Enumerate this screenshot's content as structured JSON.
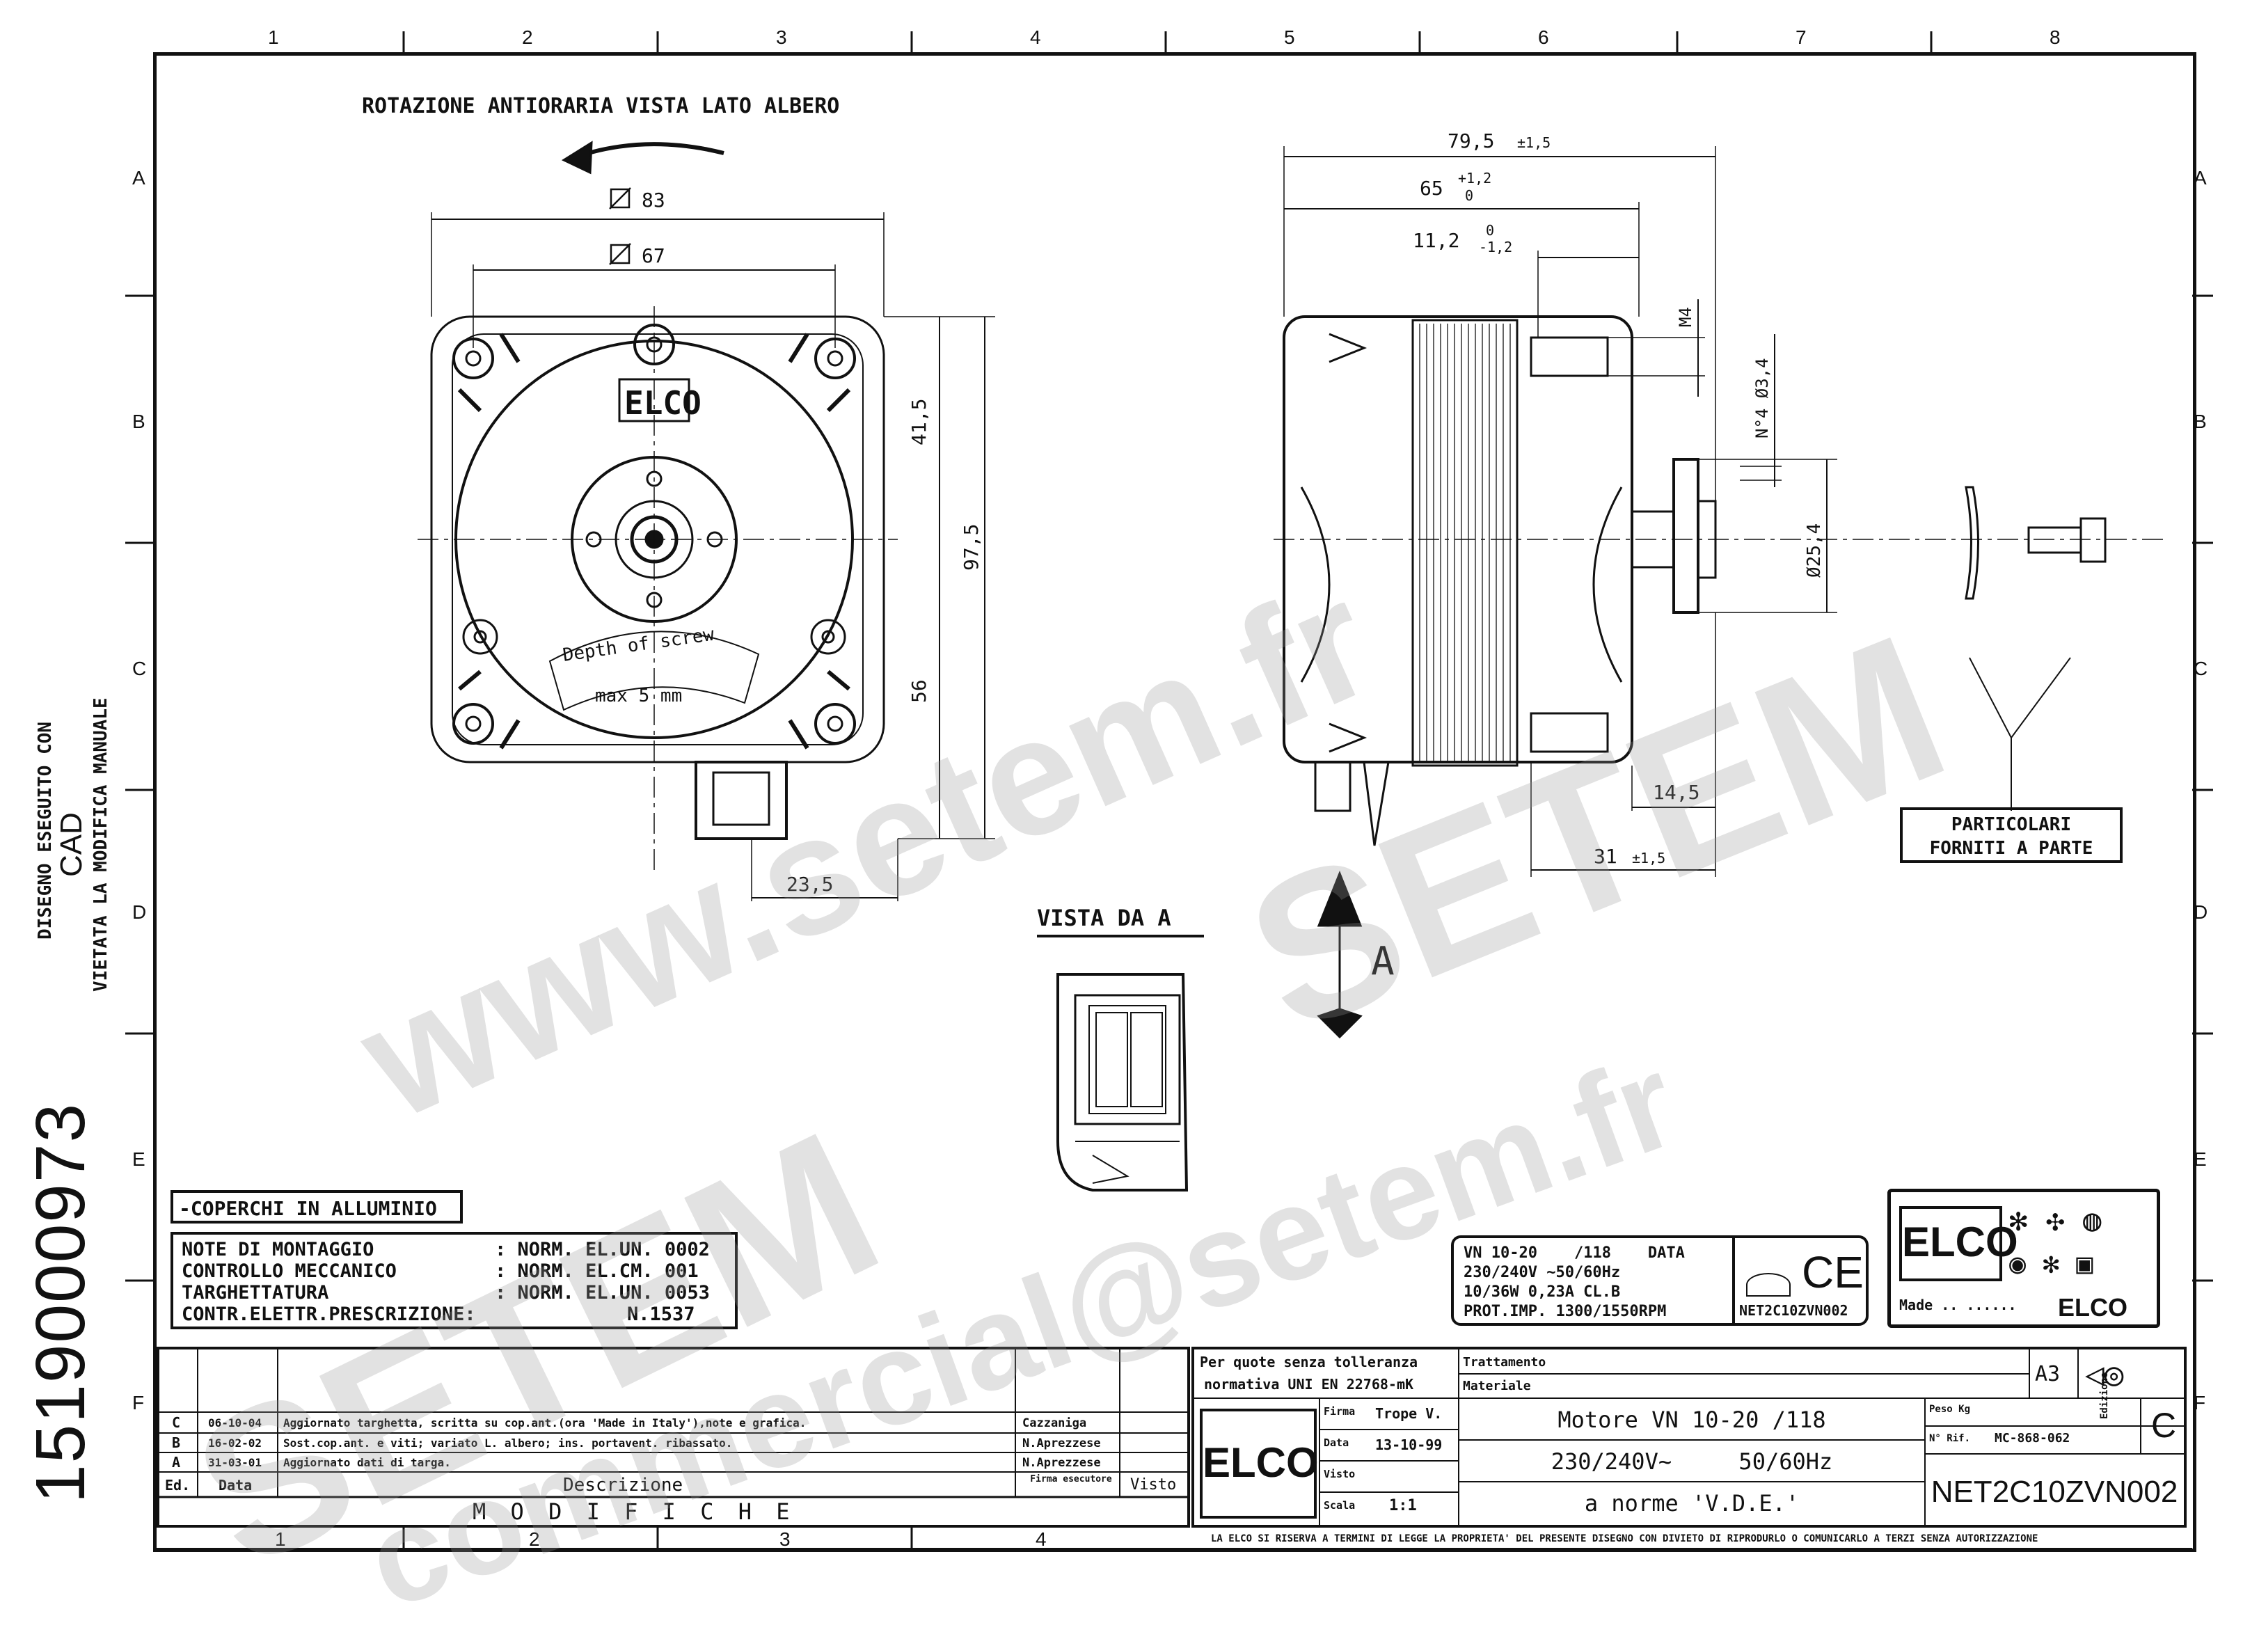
{
  "drawing_number": "1519000973",
  "side_note": {
    "line1": "DISEGNO ESEGUITO CON",
    "line2": "CAD",
    "line3": "VIETATA LA MODIFICA MANUALE"
  },
  "columns": [
    "1",
    "2",
    "3",
    "4",
    "5",
    "6",
    "7",
    "8"
  ],
  "rows": [
    "A",
    "B",
    "C",
    "D",
    "E",
    "F"
  ],
  "front_view": {
    "rotation_note": "ROTAZIONE ANTIORARIA VISTA LATO ALBERO",
    "dim_83": "83",
    "dim_67": "67",
    "dim_41_5": "41,5",
    "dim_97_5": "97,5",
    "dim_56": "56",
    "dim_23_5": "23,5",
    "depth_label_1": "Depth of screw",
    "depth_label_2": "max 5 mm"
  },
  "side_view": {
    "dim_79_5": "79,5",
    "tol_79_5": "±1,5",
    "dim_65": "65",
    "tol_65_up": "+1,2",
    "tol_65_dn": "0",
    "dim_11_2": "11,2",
    "tol_11_2_up": "0",
    "tol_11_2_dn": "-1,2",
    "dim_m4": "M4",
    "dim_holes": "N°4 Ø3,4",
    "dim_25_4": "Ø25,4",
    "dim_14_5": "14,5",
    "dim_31": "31",
    "tol_31": "±1,5",
    "view_arrow": "A"
  },
  "parts_box": {
    "line1": "PARTICOLARI",
    "line2": "FORNITI A PARTE"
  },
  "view_a_title": "VISTA DA A",
  "coperchi": "-COPERCHI IN ALLUMINIO",
  "notes": [
    {
      "label": "NOTE DI MONTAGGIO",
      "value": ": NORM. EL.UN. 0002"
    },
    {
      "label": "CONTROLLO MECCANICO",
      "value": ": NORM. EL.CM.  001"
    },
    {
      "label": "TARGHETTATURA",
      "value": ": NORM. EL.UN. 0053"
    },
    {
      "label": "CONTR.ELETTR.PRESCRIZIONE:",
      "value": "N.1537"
    }
  ],
  "plate": {
    "l1a": "VN 10-20",
    "l1b": "/118",
    "l1c": "DATA",
    "l2": "230/240V ~50/60Hz",
    "l3": "10/36W  0,23A  CL.B",
    "l4": "PROT.IMP.  1300/1550RPM",
    "ce": "CE",
    "code": "NET2C10ZVN002"
  },
  "logo_box": {
    "brand": "ELCO",
    "made": "Made .. ......"
  },
  "modifications": [
    {
      "rev": "C",
      "date": "06-10-04",
      "desc": "Aggiornato targhetta, scritta su cop.ant.(ora 'Made in Italy'),note e grafica.",
      "by": "Cazzaniga"
    },
    {
      "rev": "B",
      "date": "16-02-02",
      "desc": "Sost.cop.ant. e viti; variato L. albero; ins. portavent. ribassato.",
      "by": "N.Aprezzese"
    },
    {
      "rev": "A",
      "date": "31-03-01",
      "desc": "Aggiornato dati di targa.",
      "by": "N.Aprezzese"
    }
  ],
  "mod_headers": {
    "ed": "Ed.",
    "data": "Data",
    "descrizione": "Descrizione",
    "firma": "Firma esecutore",
    "visto": "Visto",
    "title": "M O D I F I C H E"
  },
  "title_block": {
    "tolerance_note_1": "Per quote senza tolleranza",
    "tolerance_note_2": "normativa UNI EN 22768-mK",
    "trattamento": "Trattamento",
    "materiale": "Materiale",
    "format": "A3",
    "firma_label": "Firma",
    "firma_value": "Trope V.",
    "data_label": "Data",
    "data_value": "13-10-99",
    "visto_label": "Visto",
    "scala_label": "Scala",
    "scala_value": "1:1",
    "desc_line1": "Motore VN 10-20 /118",
    "desc_line2": "230/240V~     50/60Hz",
    "desc_line3": "a norme 'V.D.E.'",
    "peso_label": "Peso Kg",
    "rif_label": "N° Rif.",
    "rif_value": "MC-868-062",
    "edizione_label": "Edizione",
    "edizione_value": "C",
    "code": "NET2C10ZVN002",
    "brand": "ELCO"
  },
  "footer_notice": "LA ELCO SI RISERVA A TERMINI DI LEGGE LA PROPRIETA' DEL PRESENTE DISEGNO CON DIVIETO DI RIPRODURLO O COMUNICARLO A TERZI SENZA AUTORIZZAZIONE",
  "watermarks": {
    "w1": "www.setem.fr",
    "w2": "SETEM",
    "w3": "SETEM",
    "w4": "commercial@setem.fr"
  }
}
